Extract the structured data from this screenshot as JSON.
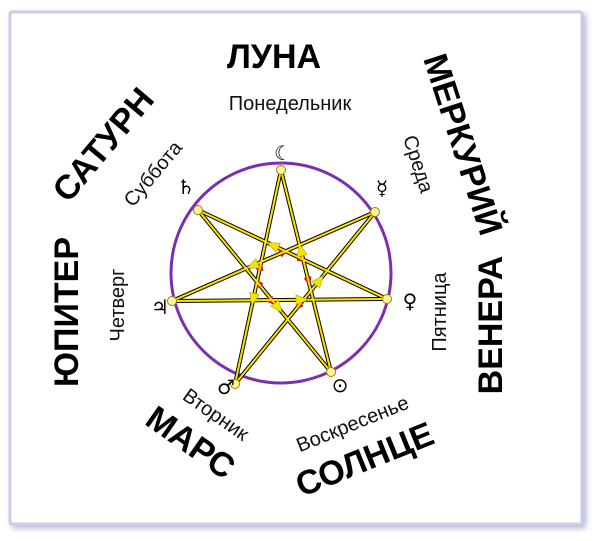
{
  "planets": [
    {
      "key": "moon",
      "name": "ЛУНА",
      "day": "Понедельник",
      "symbol": "☾"
    },
    {
      "key": "mercury",
      "name": "МЕРКУРИЙ",
      "day": "Среда",
      "symbol": "☿"
    },
    {
      "key": "venus",
      "name": "ВЕНЕРА",
      "day": "Пятница",
      "symbol": "♀"
    },
    {
      "key": "sun",
      "name": "СОЛНЦЕ",
      "day": "Воскресенье",
      "symbol": "⊙"
    },
    {
      "key": "mars",
      "name": "МАРС",
      "day": "Вторник",
      "symbol": "♂"
    },
    {
      "key": "jupiter",
      "name": "ЮПИТЕР",
      "day": "Четверг",
      "symbol": "♃"
    },
    {
      "key": "saturn",
      "name": "САТУРН",
      "day": "Суббота",
      "symbol": "♄"
    }
  ],
  "colors": {
    "frame": "#c9cdea",
    "circle": "#7a2fb0",
    "heptagram_red": "#d01010",
    "heptagram_black": "#000000",
    "day_order_path": "#f2e600",
    "vertex_fill": "#fff3a0"
  }
}
